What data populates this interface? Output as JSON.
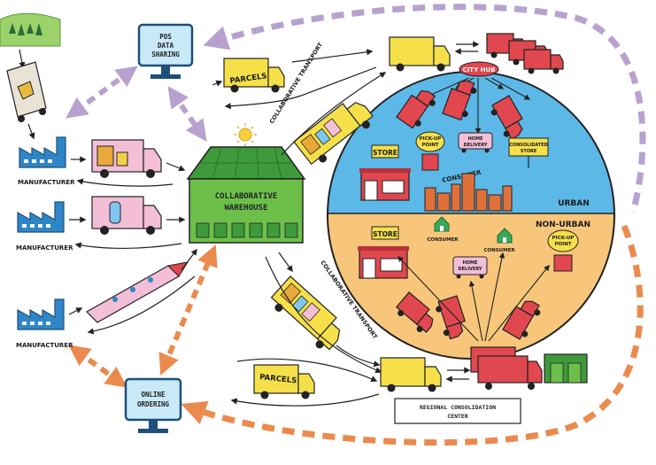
{
  "labels": {
    "pos_data_sharing_1": "POS",
    "pos_data_sharing_2": "DATA",
    "pos_data_sharing_3": "SHARING",
    "manufacturer_1": "MANUFACTURER",
    "manufacturer_2": "MANUFACTURER",
    "manufacturer_3": "MANUFACTURER",
    "parcels_top": "PARCELS",
    "parcels_bottom": "PARCELS",
    "collab_transport_top": "COLLABORATIVE TRANSPORT",
    "collab_transport_bottom": "COLLABORATIVE TRANSPORT",
    "warehouse_1": "COLLABORATIVE",
    "warehouse_2": "WAREHOUSE",
    "online_1": "ONLINE",
    "online_2": "ORDERING",
    "city_hub": "CITY HUB",
    "store_urban": "STORE",
    "store_nonurban": "STORE",
    "pickup_urban_1": "PICK-UP",
    "pickup_urban_2": "POINT",
    "pickup_nonurban_1": "PICK-UP",
    "pickup_nonurban_2": "POINT",
    "home_delivery_urban_1": "HOME",
    "home_delivery_urban_2": "DELIVERY",
    "home_delivery_nonurban_1": "HOME",
    "home_delivery_nonurban_2": "DELIVERY",
    "consolidated_store_1": "CONSOLIDATED",
    "consolidated_store_2": "STORE",
    "consumer_urban": "CONSUMER",
    "consumer_nonurban_1": "CONSUMER",
    "consumer_nonurban_2": "CONSUMER",
    "urban": "URBAN",
    "non_urban": "NON-URBAN",
    "regional_1": "REGIONAL CONSOLIDATION",
    "regional_2": "CENTER"
  },
  "colors": {
    "sky": "#5cb8e6",
    "land": "#f7c67a",
    "warehouse": "#6cc04a",
    "truck_yellow": "#f5e04a",
    "truck_red": "#e0474f",
    "truck_pink": "#f2bfd7",
    "factory": "#2f86c6",
    "arrow_purple": "#b7a2cf",
    "arrow_orange": "#eb8a4d",
    "screen": "#c8e9f7"
  }
}
